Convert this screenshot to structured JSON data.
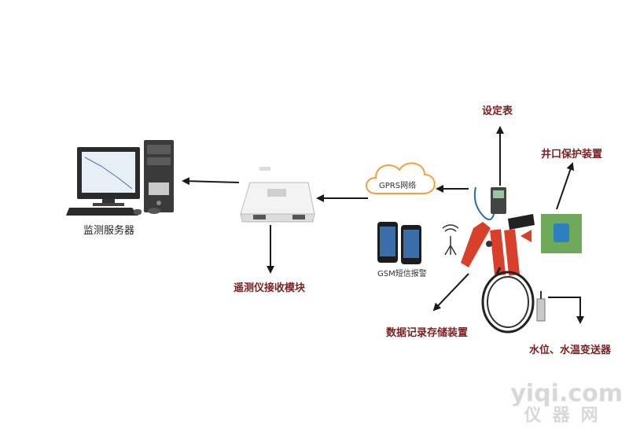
{
  "labels": {
    "monitor_server": "监测服务器",
    "telemetry_module": "遥测仪接收模块",
    "gprs_network": "GPRS网络",
    "gsm_alarm": "GSM短信报警",
    "setting_meter": "设定表",
    "wellhead_device": "井口保护装置",
    "data_logger": "数据记录存储装置",
    "level_temp_transmitter": "水位、水温变送器"
  },
  "watermark": {
    "latin": "yiqi.com",
    "chinese": "仪器网"
  },
  "colors": {
    "label_red": "#7a1f1f",
    "arrow": "#1a1a1a",
    "logger_red": "#d8402a",
    "cloud_orange": "#f5a13a"
  }
}
